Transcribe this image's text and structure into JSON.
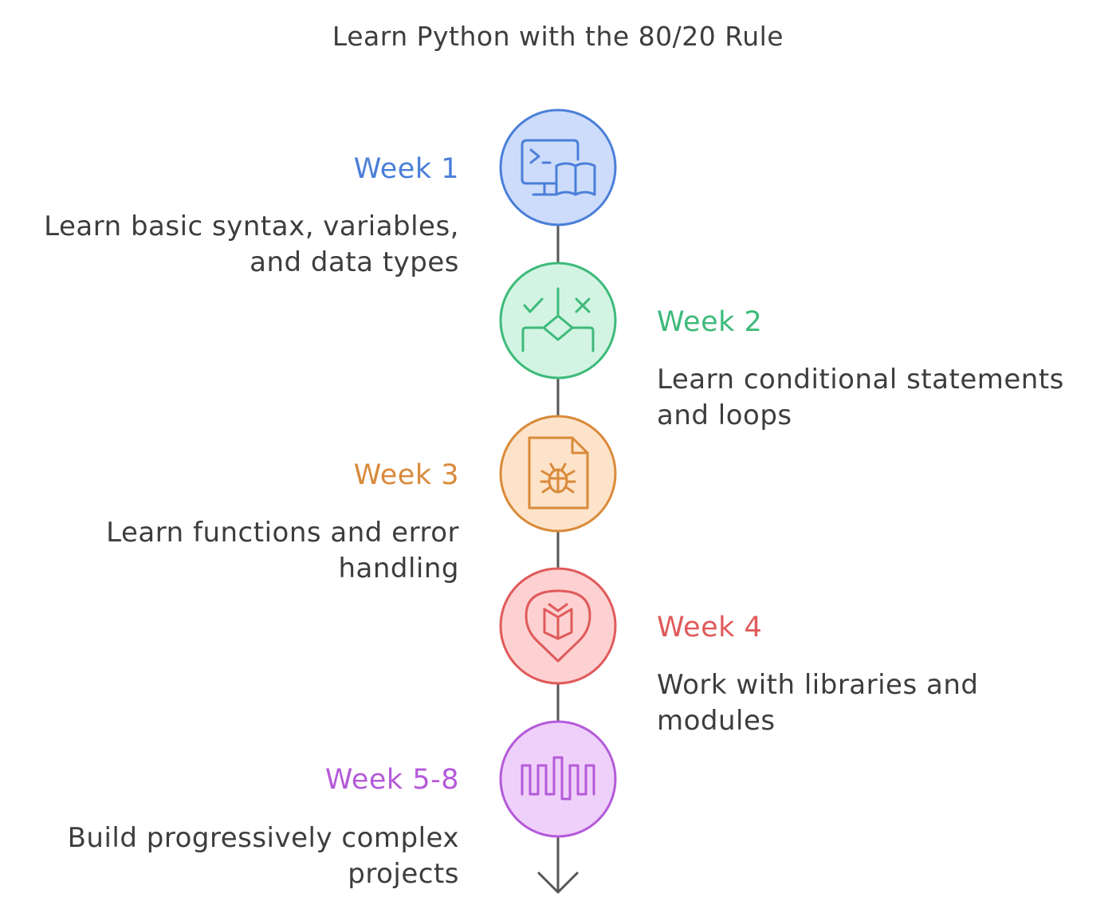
{
  "title": "Learn Python with the 80/20 Rule",
  "steps": [
    {
      "label": "Week 1",
      "description": "Learn basic syntax, variables, and data types",
      "icon": "terminal-book-icon",
      "color": "#4a7fd8",
      "fill": "#cddcfb"
    },
    {
      "label": "Week 2",
      "description": "Learn conditional statements and loops",
      "icon": "decision-branch-icon",
      "color": "#3dba7a",
      "fill": "#d3f4e3"
    },
    {
      "label": "Week 3",
      "description": "Learn functions and error handling",
      "icon": "bug-file-icon",
      "color": "#d98a3a",
      "fill": "#fde3c9"
    },
    {
      "label": "Week 4",
      "description": "Work with libraries and modules",
      "icon": "book-location-pin-icon",
      "color": "#e05a5a",
      "fill": "#fdd1d1"
    },
    {
      "label": "Week 5-8",
      "description": "Build progressively complex projects",
      "icon": "square-wave-icon",
      "color": "#b45ad9",
      "fill": "#efd0fb"
    }
  ]
}
